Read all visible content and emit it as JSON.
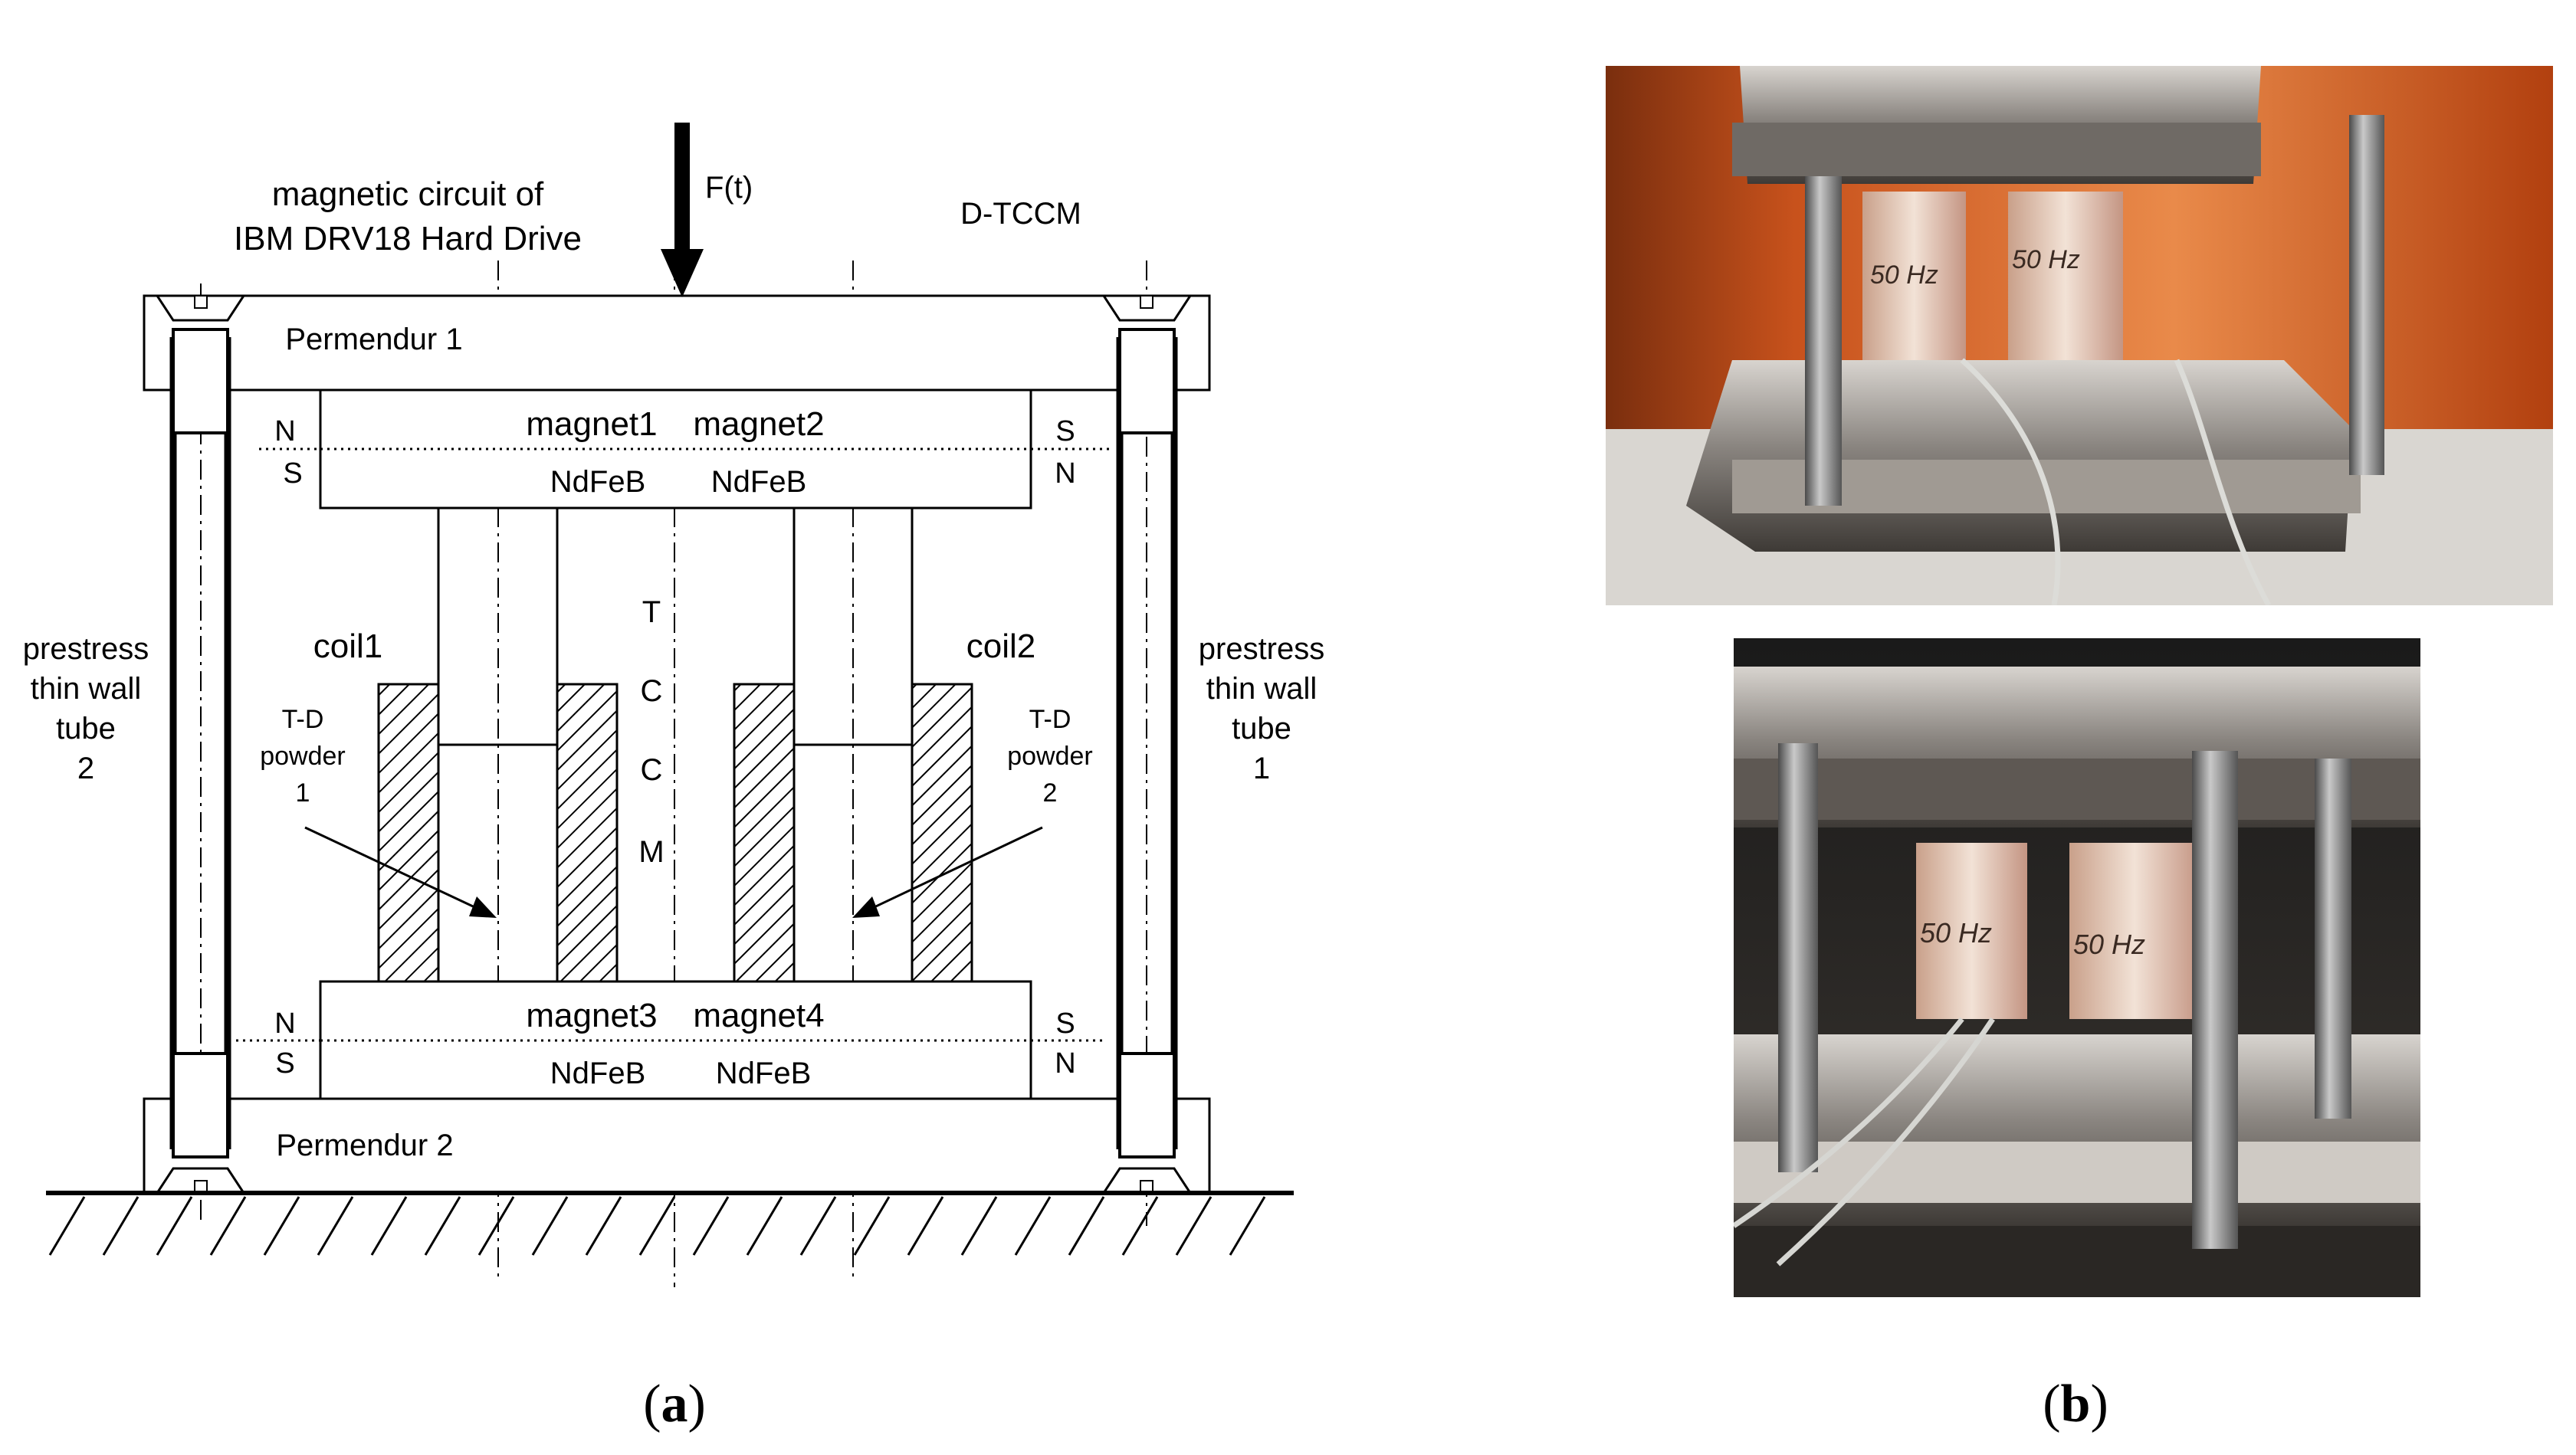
{
  "figure": {
    "panel_a": {
      "caption_letter": "a",
      "labels": {
        "force": "F(t)",
        "magnetic_circuit_line1": "magnetic circuit of",
        "magnetic_circuit_line2": "IBM DRV18 Hard Drive",
        "dtccm": "D-TCCM",
        "permendur1": "Permendur 1",
        "permendur2": "Permendur 2",
        "magnet1": "magnet1",
        "magnet2": "magnet2",
        "magnet3": "magnet3",
        "magnet4": "magnet4",
        "ndfeb": "NdFeB",
        "pole_n": "N",
        "pole_s": "S",
        "coil1": "coil1",
        "coil2": "coil2",
        "td_powder": "T-D",
        "powder_word": "powder",
        "powder1_num": "1",
        "powder2_num": "2",
        "tccm_letters": [
          "T",
          "C",
          "C",
          "M"
        ],
        "prestress_line1": "prestress",
        "prestress_line2": "thin wall",
        "prestress_line3": "tube",
        "tube_left_num": "2",
        "tube_right_num": "1"
      }
    },
    "panel_b": {
      "caption_letter": "b",
      "photo_top_labels": [
        "50 Hz",
        "50 Hz"
      ],
      "photo_bottom_labels": [
        "50 Hz",
        "50 Hz"
      ]
    }
  }
}
